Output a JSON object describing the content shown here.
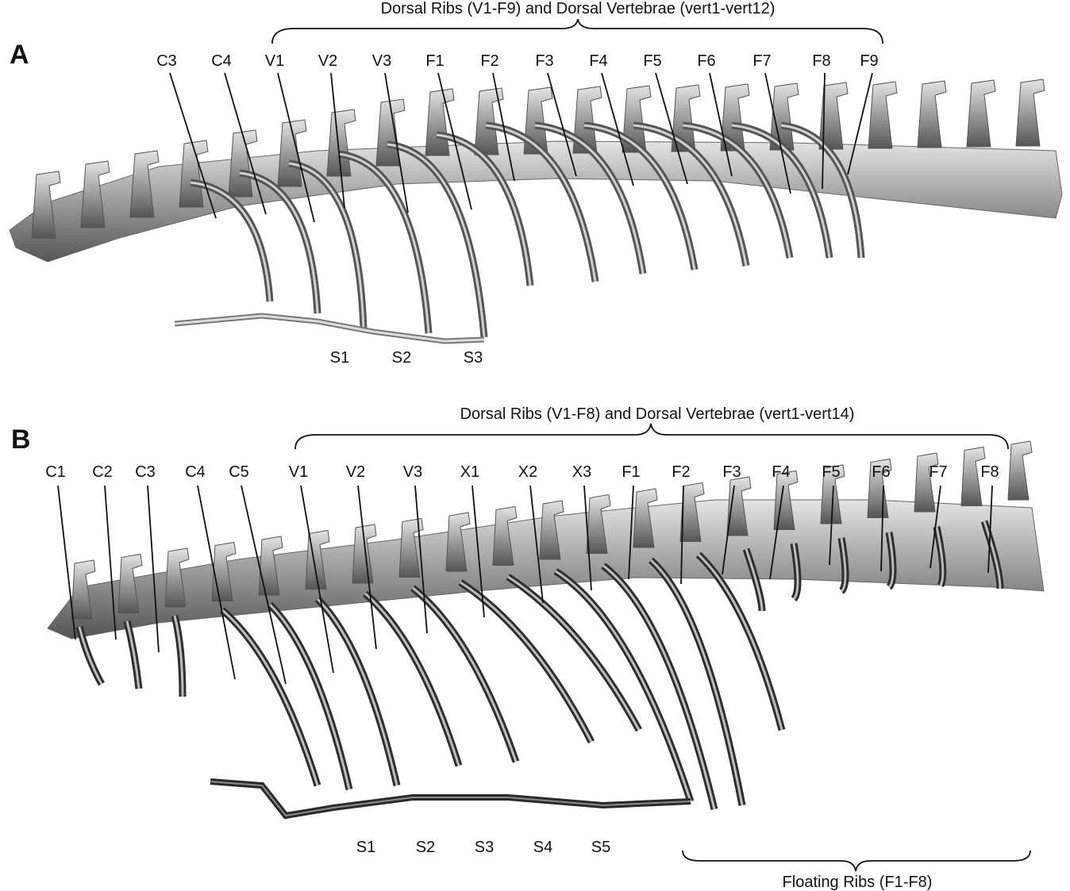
{
  "panels": [
    {
      "letter": "A",
      "top_brace_label": "Dorsal Ribs (V1-F9) and Dorsal Vertebrae (vert1-vert12)",
      "rib_labels": [
        "C3",
        "C4",
        "V1",
        "V2",
        "V3",
        "F1",
        "F2",
        "F3",
        "F4",
        "F5",
        "F6",
        "F7",
        "F8",
        "F9"
      ],
      "sternal_labels": [
        "S1",
        "S2",
        "S3"
      ],
      "image_description_icon": "skeleton-3d-render"
    },
    {
      "letter": "B",
      "top_brace_label": "Dorsal Ribs (V1-F8) and Dorsal Vertebrae (vert1-vert14)",
      "rib_labels": [
        "C1",
        "C2",
        "C3",
        "C4",
        "C5",
        "V1",
        "V2",
        "V3",
        "X1",
        "X2",
        "X3",
        "F1",
        "F2",
        "F3",
        "F4",
        "F5",
        "F6",
        "F7",
        "F8"
      ],
      "sternal_labels": [
        "S1",
        "S2",
        "S3",
        "S4",
        "S5"
      ],
      "bottom_brace_label": "Floating Ribs (F1-F8)",
      "image_description_icon": "skeleton-3d-render"
    }
  ],
  "colors": {
    "bone_light": "#d9d9d9",
    "bone_mid": "#9a9a9a",
    "bone_dark": "#4a4a4a",
    "ink": "#111111"
  }
}
